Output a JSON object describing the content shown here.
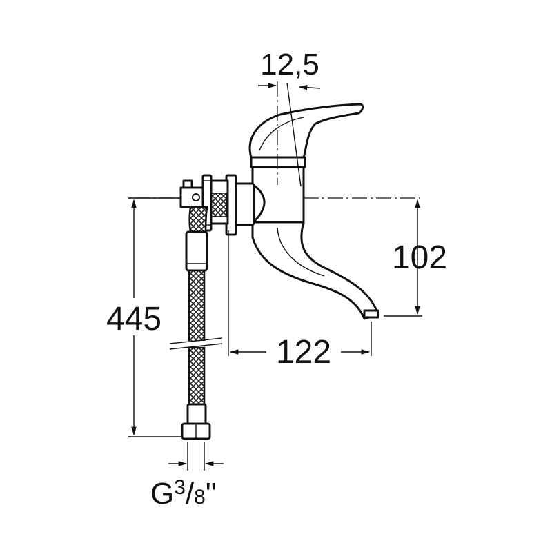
{
  "dimensions": {
    "angle_offset": "12,5",
    "spout_height": "102",
    "spout_reach": "122",
    "hose_length": "445",
    "connection_prefix": "G",
    "connection_num": "3",
    "connection_sep": "/",
    "connection_den": "8",
    "connection_suffix": "\""
  }
}
